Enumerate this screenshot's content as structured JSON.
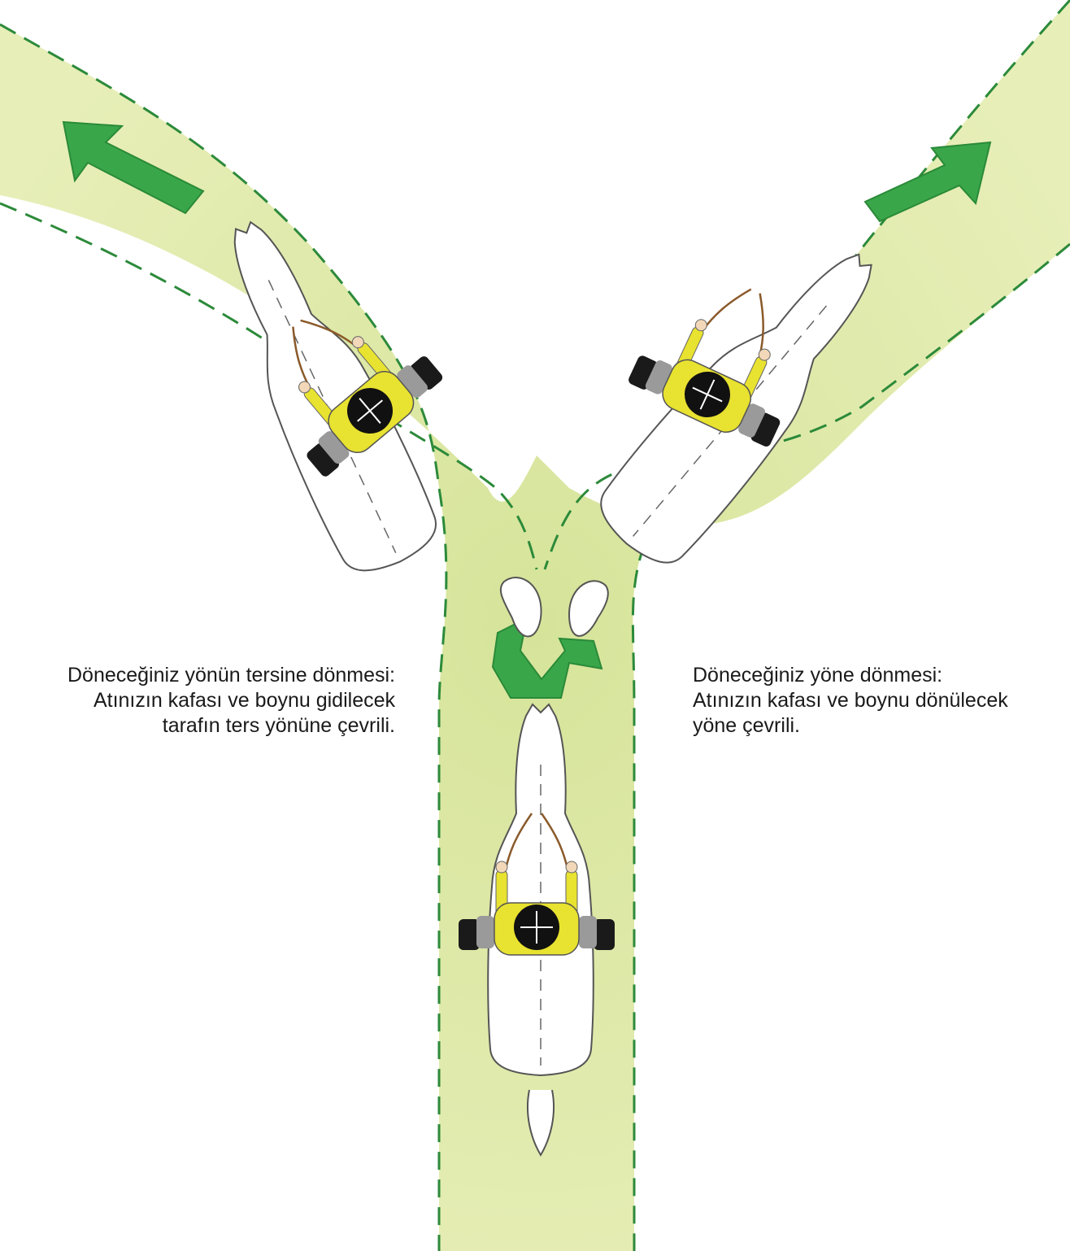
{
  "captions": {
    "left": {
      "line1": "Döneceğiniz yönün tersine dönmesi:",
      "line2": "Atınızın kafası ve boynu gidilecek",
      "line3": "tarafın ters yönüne çevrili."
    },
    "right": {
      "line1": "Döneceğiniz yöne dönmesi:",
      "line2": "Atınızın kafası ve boynu dönülecek",
      "line3": "yöne çevrili."
    }
  },
  "colors": {
    "path_fill": "#e2ebb0",
    "path_fill_dark": "#cfdd8c",
    "path_border": "#2c8a3a",
    "arrow": "#3aa64a",
    "horse": "#ffffff",
    "horse_outline": "#555555",
    "jacket_yellow": "#e8e230",
    "jacket_green": "#3fa03a",
    "helmet": "#111111",
    "boots": "#1a1a1a",
    "breeches": "#9a9a9a"
  },
  "icons": {
    "arrows": [
      "arrow-up-left-icon",
      "arrow-up-right-icon",
      "fork-arrow-icon"
    ],
    "riders": [
      "rider-left-icon",
      "rider-right-icon",
      "rider-bottom-icon"
    ]
  }
}
